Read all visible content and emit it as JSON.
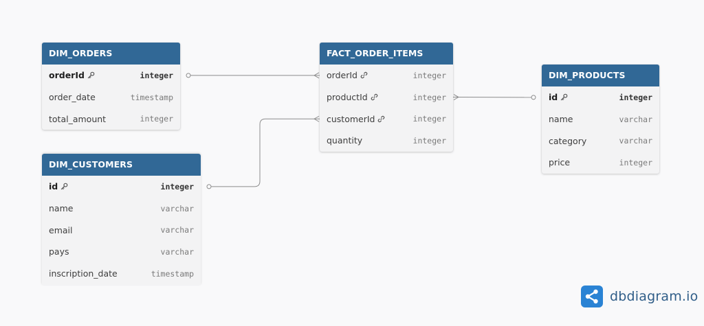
{
  "tables": [
    {
      "id": "dim_orders",
      "name": "DIM_ORDERS",
      "columns": [
        {
          "name": "orderId",
          "type": "integer",
          "pk": true,
          "fk": false
        },
        {
          "name": "order_date",
          "type": "timestamp",
          "pk": false,
          "fk": false
        },
        {
          "name": "total_amount",
          "type": "integer",
          "pk": false,
          "fk": false
        }
      ]
    },
    {
      "id": "dim_customers",
      "name": "DIM_CUSTOMERS",
      "columns": [
        {
          "name": "id",
          "type": "integer",
          "pk": true,
          "fk": false
        },
        {
          "name": "name",
          "type": "varchar",
          "pk": false,
          "fk": false
        },
        {
          "name": "email",
          "type": "varchar",
          "pk": false,
          "fk": false
        },
        {
          "name": "pays",
          "type": "varchar",
          "pk": false,
          "fk": false
        },
        {
          "name": "inscription_date",
          "type": "timestamp",
          "pk": false,
          "fk": false
        }
      ]
    },
    {
      "id": "fact_order_items",
      "name": "FACT_ORDER_ITEMS",
      "columns": [
        {
          "name": "orderId",
          "type": "integer",
          "pk": false,
          "fk": true
        },
        {
          "name": "productId",
          "type": "integer",
          "pk": false,
          "fk": true
        },
        {
          "name": "customerId",
          "type": "integer",
          "pk": false,
          "fk": true
        },
        {
          "name": "quantity",
          "type": "integer",
          "pk": false,
          "fk": false
        }
      ]
    },
    {
      "id": "dim_products",
      "name": "DIM_PRODUCTS",
      "columns": [
        {
          "name": "id",
          "type": "integer",
          "pk": true,
          "fk": false
        },
        {
          "name": "name",
          "type": "varchar",
          "pk": false,
          "fk": false
        },
        {
          "name": "category",
          "type": "varchar",
          "pk": false,
          "fk": false
        },
        {
          "name": "price",
          "type": "integer",
          "pk": false,
          "fk": false
        }
      ]
    }
  ],
  "relationships": [
    {
      "from_table": "dim_orders",
      "from_column": "orderId",
      "from_card": "one",
      "to_table": "fact_order_items",
      "to_column": "orderId",
      "to_card": "many"
    },
    {
      "from_table": "dim_customers",
      "from_column": "id",
      "from_card": "one",
      "to_table": "fact_order_items",
      "to_column": "customerId",
      "to_card": "many"
    },
    {
      "from_table": "dim_products",
      "from_column": "id",
      "from_card": "one",
      "to_table": "fact_order_items",
      "to_column": "productId",
      "to_card": "many"
    }
  ],
  "brand": {
    "text": "dbdiagram.io",
    "color": "#2f5d88",
    "logo_color": "#2a83d4"
  },
  "colors": {
    "header": "#316896",
    "body": "#f3f3f4",
    "line": "#8c8c8c",
    "canvas": "#f9f9fa"
  }
}
